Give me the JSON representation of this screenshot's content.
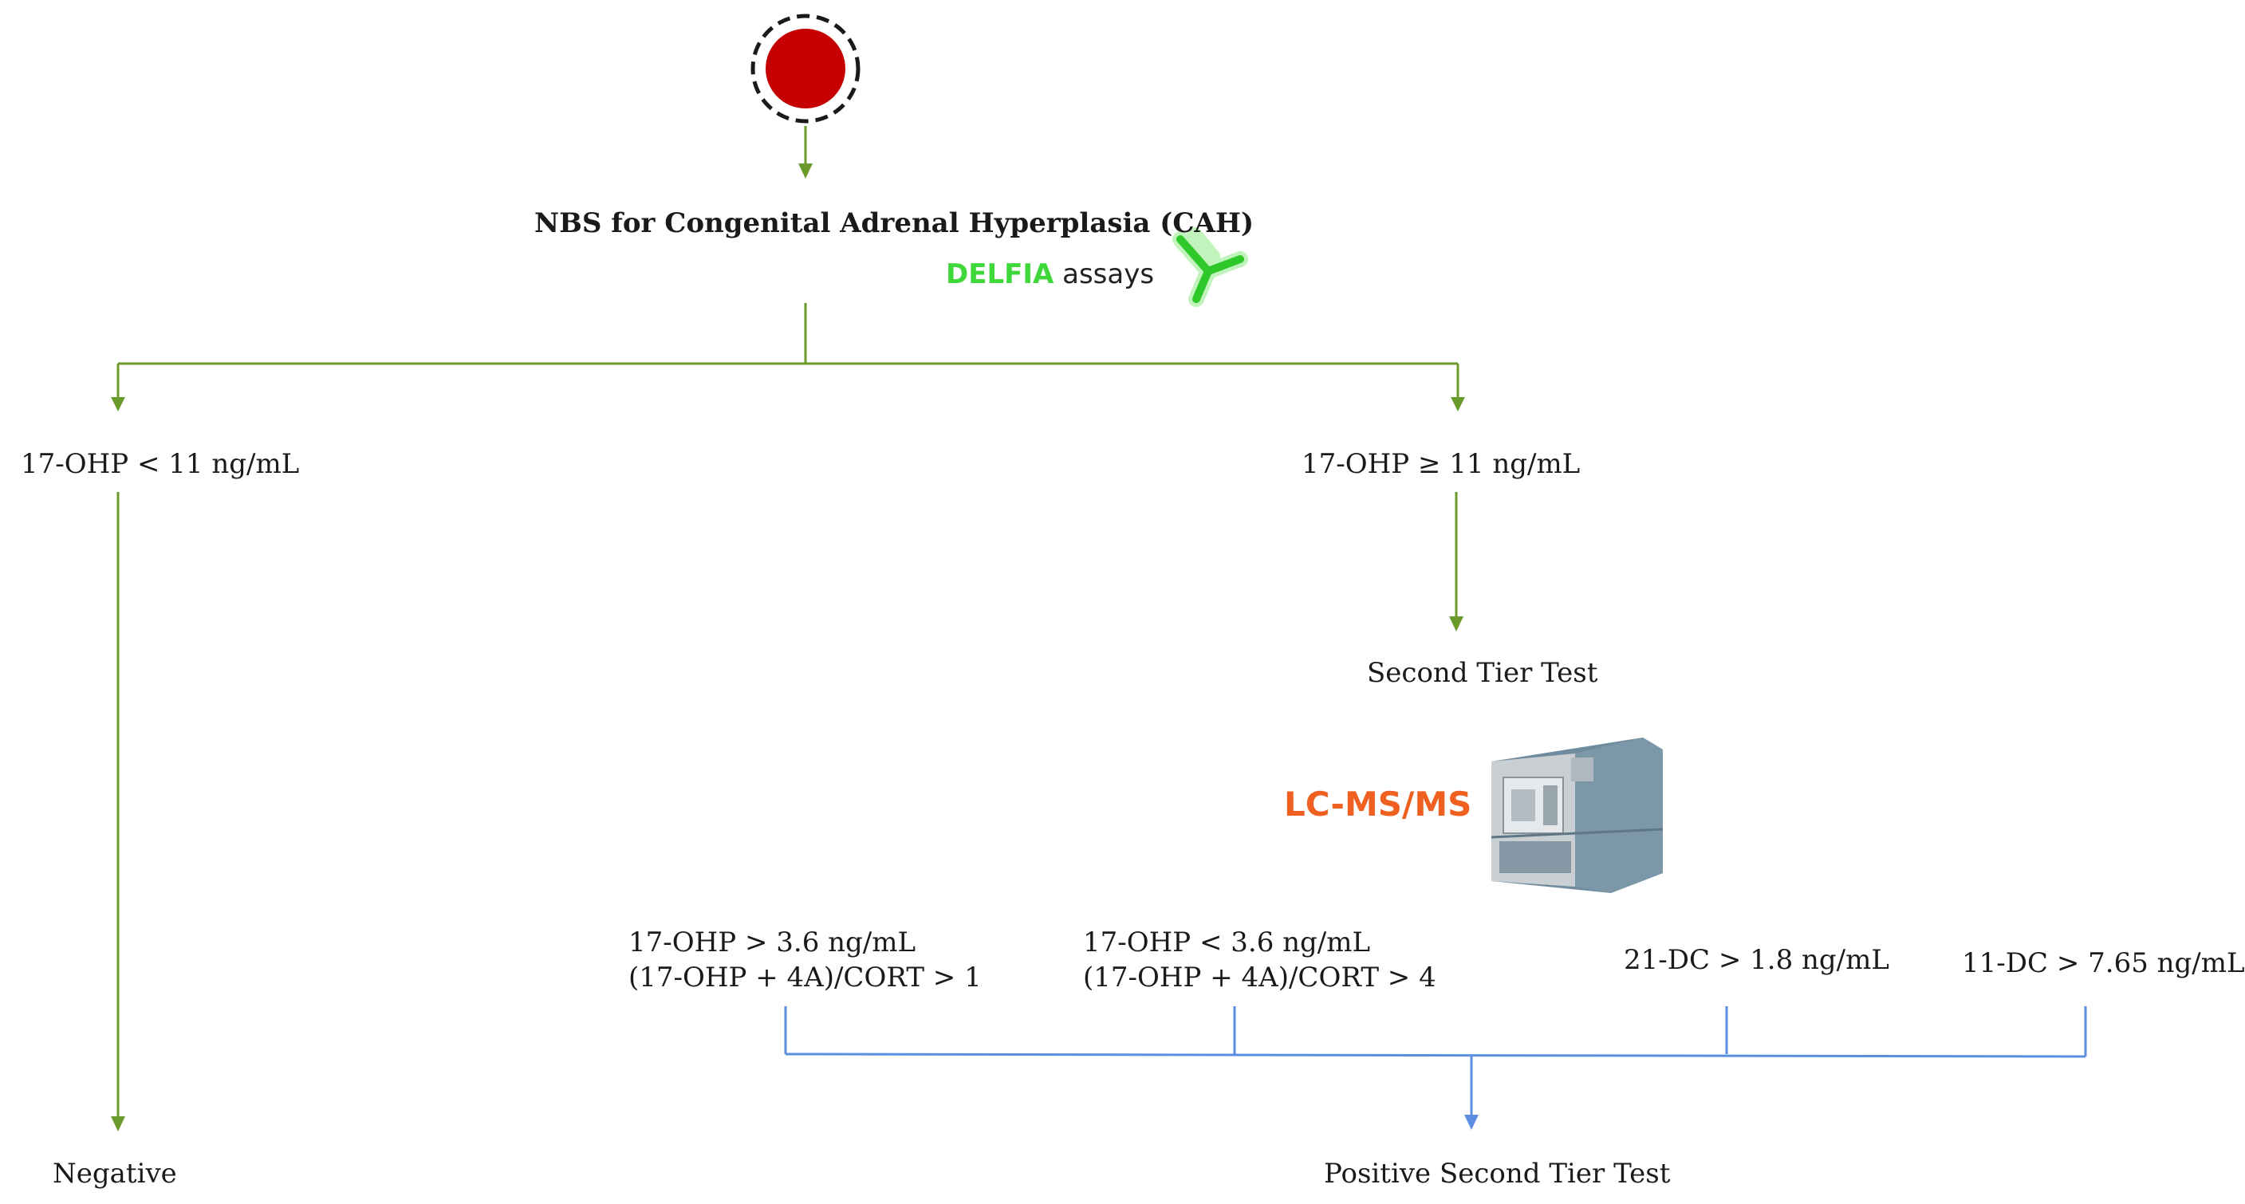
{
  "title": "NBS for Congenital Adrenal Hyperplasia (CAH)",
  "screening_method": {
    "name": "DELFIA",
    "suffix": "assays",
    "color": "#3fd83a"
  },
  "branches": {
    "low": "17-OHP < 11 ng/mL",
    "high": "17-OHP ≥ 11 ng/mL"
  },
  "second_tier": {
    "label": "Second Tier Test",
    "method": "LC-MS/MS",
    "method_color": "#f06020"
  },
  "criteria": [
    {
      "line1": "17-OHP > 3.6 ng/mL",
      "line2": "(17-OHP + 4A)/CORT > 1"
    },
    {
      "line1": "17-OHP < 3.6 ng/mL",
      "line2": "(17-OHP + 4A)/CORT > 4"
    },
    {
      "line1": "21-DC > 1.8 ng/mL",
      "line2": ""
    },
    {
      "line1": "11-DC > 7.65 ng/mL",
      "line2": ""
    }
  ],
  "outcomes": {
    "negative": "Negative",
    "positive": "Positive Second Tier Test"
  },
  "colors": {
    "flow_green": "#6a9a2a",
    "flow_blue": "#5b8ee0",
    "blood_spot": "#c60000"
  },
  "icons": [
    "blood-spot-icon",
    "antibody-icon",
    "lc-ms-instrument-icon"
  ]
}
